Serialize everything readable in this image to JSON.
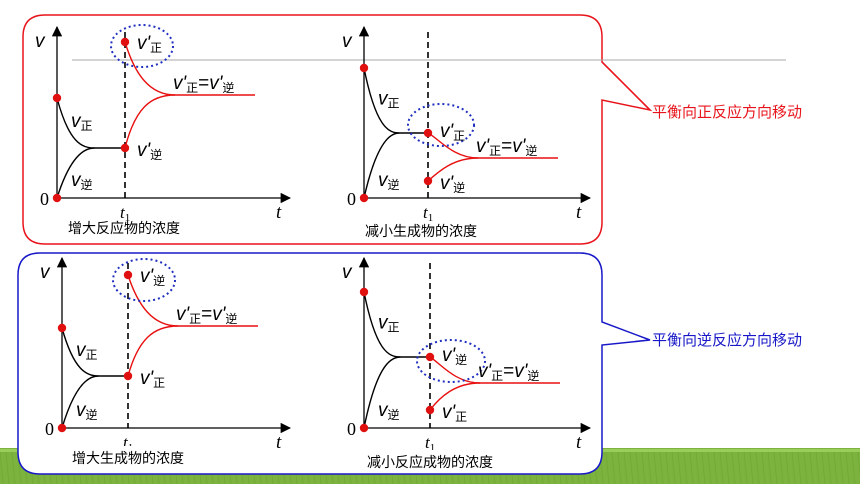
{
  "colors": {
    "accent_red": "#e8141b",
    "accent_blue": "#1818c8",
    "point_red": "#e01010",
    "curve_black": "#000000",
    "curve_red": "#e81010",
    "ellipse_blue": "#2030c0",
    "grass_green": "#7bb33e"
  },
  "icons": {
    "point": "red-dot-icon",
    "highlight": "dotted-ellipse-icon"
  },
  "panels": {
    "top": {
      "caption": "平衡向正反应方向移动",
      "charts": [
        {
          "title": "增大反应物的浓度",
          "y_axis": "v",
          "x_axis": "t",
          "origin": "0",
          "time_mark": "t",
          "time_mark_sub": "1",
          "label_v_fwd": "v",
          "label_v_fwd_sub": "正",
          "label_v_rev": "v",
          "label_v_rev_sub": "逆",
          "label_vp_high": "v'",
          "label_vp_high_sub": "正",
          "label_vp_low": "v'",
          "label_vp_low_sub": "逆",
          "eq_left": "v'",
          "eq_left_sub": "正",
          "eq_sign": "=",
          "eq_right": "v'",
          "eq_right_sub": "逆"
        },
        {
          "title": "减小生成物的浓度",
          "y_axis": "v",
          "x_axis": "t",
          "origin": "0",
          "time_mark": "t",
          "time_mark_sub": "1",
          "label_v_fwd": "v",
          "label_v_fwd_sub": "正",
          "label_v_rev": "v",
          "label_v_rev_sub": "逆",
          "label_vp_high": "v'",
          "label_vp_high_sub": "正",
          "label_vp_low": "v'",
          "label_vp_low_sub": "逆",
          "eq_left": "v'",
          "eq_left_sub": "正",
          "eq_sign": "=",
          "eq_right": "v'",
          "eq_right_sub": "逆"
        }
      ]
    },
    "bottom": {
      "caption": "平衡向逆反应方向移动",
      "charts": [
        {
          "title": "增大生成物的浓度",
          "y_axis": "v",
          "x_axis": "t",
          "origin": "0",
          "time_mark": "t",
          "time_mark_sub": "1",
          "label_v_fwd": "v",
          "label_v_fwd_sub": "正",
          "label_v_rev": "v",
          "label_v_rev_sub": "逆",
          "label_vp_high": "v'",
          "label_vp_high_sub": "逆",
          "label_vp_low": "v'",
          "label_vp_low_sub": "正",
          "eq_left": "v'",
          "eq_left_sub": "正",
          "eq_sign": "=",
          "eq_right": "v'",
          "eq_right_sub": "逆"
        },
        {
          "title": "减小反应成物的浓度",
          "y_axis": "v",
          "x_axis": "t",
          "origin": "0",
          "time_mark": "t",
          "time_mark_sub": "1",
          "label_v_fwd": "v",
          "label_v_fwd_sub": "正",
          "label_v_rev": "v",
          "label_v_rev_sub": "逆",
          "label_vp_high": "v'",
          "label_vp_high_sub": "逆",
          "label_vp_low": "v'",
          "label_vp_low_sub": "正",
          "eq_left": "v'",
          "eq_left_sub": "正",
          "eq_sign": "=",
          "eq_right": "v'",
          "eq_right_sub": "逆"
        }
      ]
    }
  }
}
